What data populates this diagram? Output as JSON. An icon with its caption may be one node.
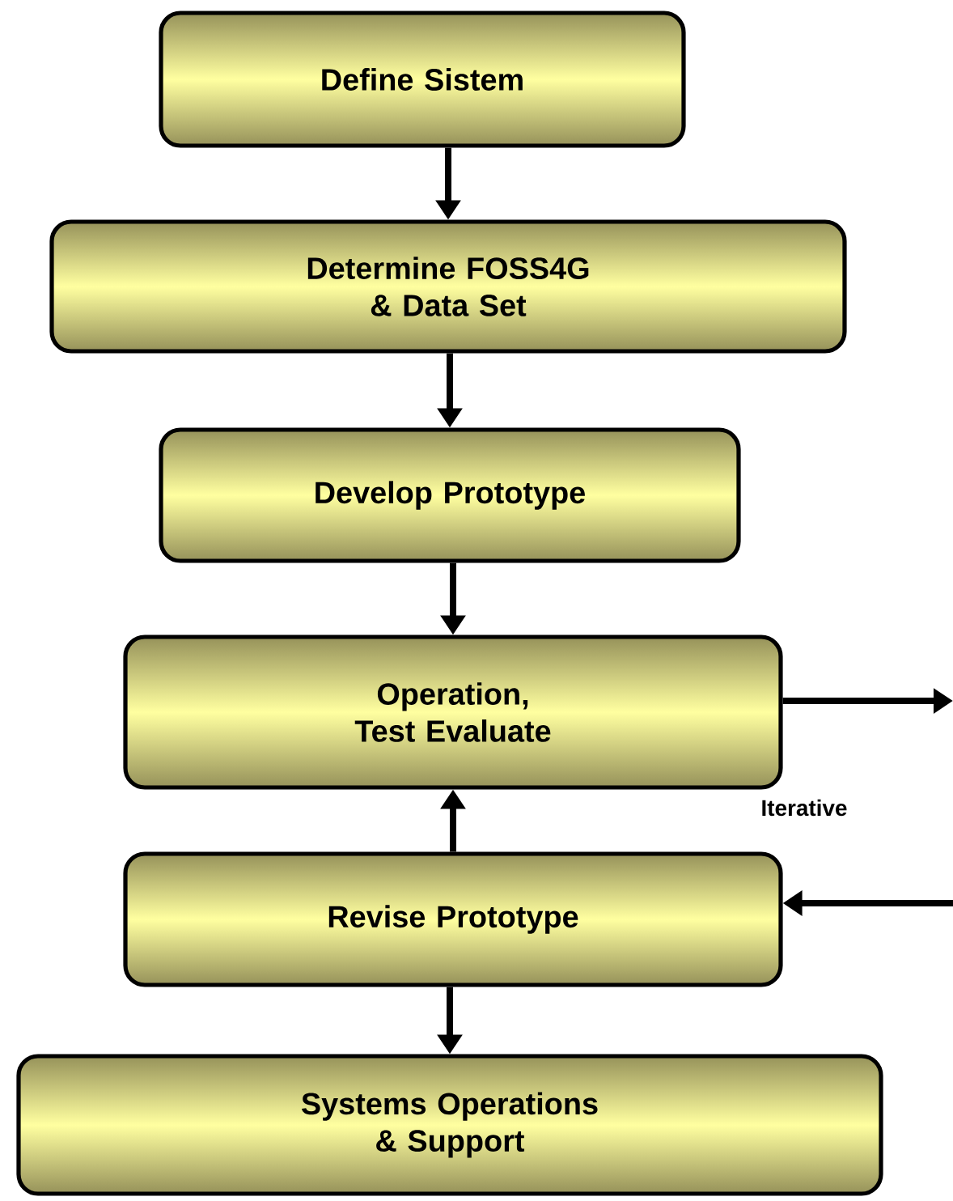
{
  "diagram": {
    "nodes": [
      {
        "text": [
          "Define Sistem"
        ]
      },
      {
        "text": [
          "Determine FOSS4G & Data Set"
        ]
      },
      {
        "text": [
          "Develop Prototype"
        ]
      },
      {
        "text": [
          "Operation, Test Evaluate"
        ]
      },
      {
        "text": [
          "Revise Prototype"
        ]
      },
      {
        "text": [
          "Systems Operations & Support"
        ]
      }
    ],
    "edges": [
      {
        "from": 0,
        "to": 1,
        "arrow": "to"
      },
      {
        "from": 1,
        "to": 2,
        "arrow": "to"
      },
      {
        "from": 2,
        "to": 3,
        "arrow": "to"
      },
      {
        "from": 4,
        "to": 3,
        "arrow": "to"
      },
      {
        "from": 4,
        "to": 5,
        "arrow": "to"
      },
      {
        "from": 3,
        "to": null,
        "arrow": "to"
      },
      {
        "from": null,
        "to": 4,
        "arrow": "to"
      }
    ],
    "labels": [
      "Iterative"
    ]
  }
}
